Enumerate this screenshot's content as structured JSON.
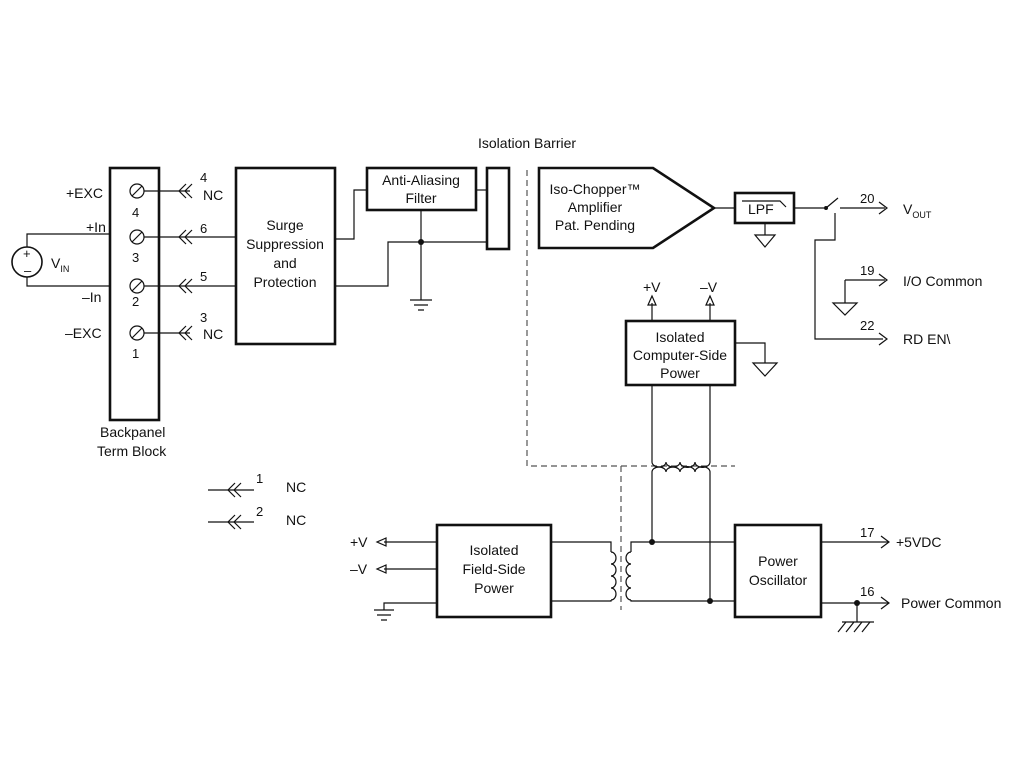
{
  "labels": {
    "isolation_barrier": "Isolation Barrier",
    "backpanel_line1": "Backpanel",
    "backpanel_line2": "Term Block",
    "vin_v": "V",
    "vin_sub": "IN",
    "plus": "+",
    "minus": "–"
  },
  "term_block": {
    "terminals": [
      {
        "signal": "+EXC",
        "number": "4",
        "pin": "4",
        "pin_label": "NC"
      },
      {
        "signal": "+In",
        "number": "3",
        "pin": "6",
        "pin_label": ""
      },
      {
        "signal": "–In",
        "number": "2",
        "pin": "5",
        "pin_label": ""
      },
      {
        "signal": "–EXC",
        "number": "1",
        "pin": "3",
        "pin_label": "NC"
      }
    ]
  },
  "extra_pins": [
    {
      "pin": "1",
      "label": "NC"
    },
    {
      "pin": "2",
      "label": "NC"
    }
  ],
  "blocks": {
    "surge": [
      "Surge",
      "Suppression",
      "and",
      "Protection"
    ],
    "anti_aliasing": [
      "Anti-Aliasing",
      "Filter"
    ],
    "amplifier": [
      "Iso-Chopper™",
      "Amplifier",
      "Pat. Pending"
    ],
    "lpf": "LPF",
    "computer_power": [
      "Isolated",
      "Computer-Side",
      "Power"
    ],
    "field_power": [
      "Isolated",
      "Field-Side",
      "Power"
    ],
    "oscillator": [
      "Power",
      "Oscillator"
    ]
  },
  "rails": {
    "computer_pos": "+V",
    "computer_neg": "–V",
    "field_pos": "+V",
    "field_neg": "–V"
  },
  "outputs": [
    {
      "pin": "20",
      "label": "V",
      "sub": "OUT"
    },
    {
      "pin": "19",
      "label": "I/O Common"
    },
    {
      "pin": "22",
      "label": "RD EN\\"
    },
    {
      "pin": "17",
      "label": "+5VDC"
    },
    {
      "pin": "16",
      "label": "Power Common"
    }
  ]
}
